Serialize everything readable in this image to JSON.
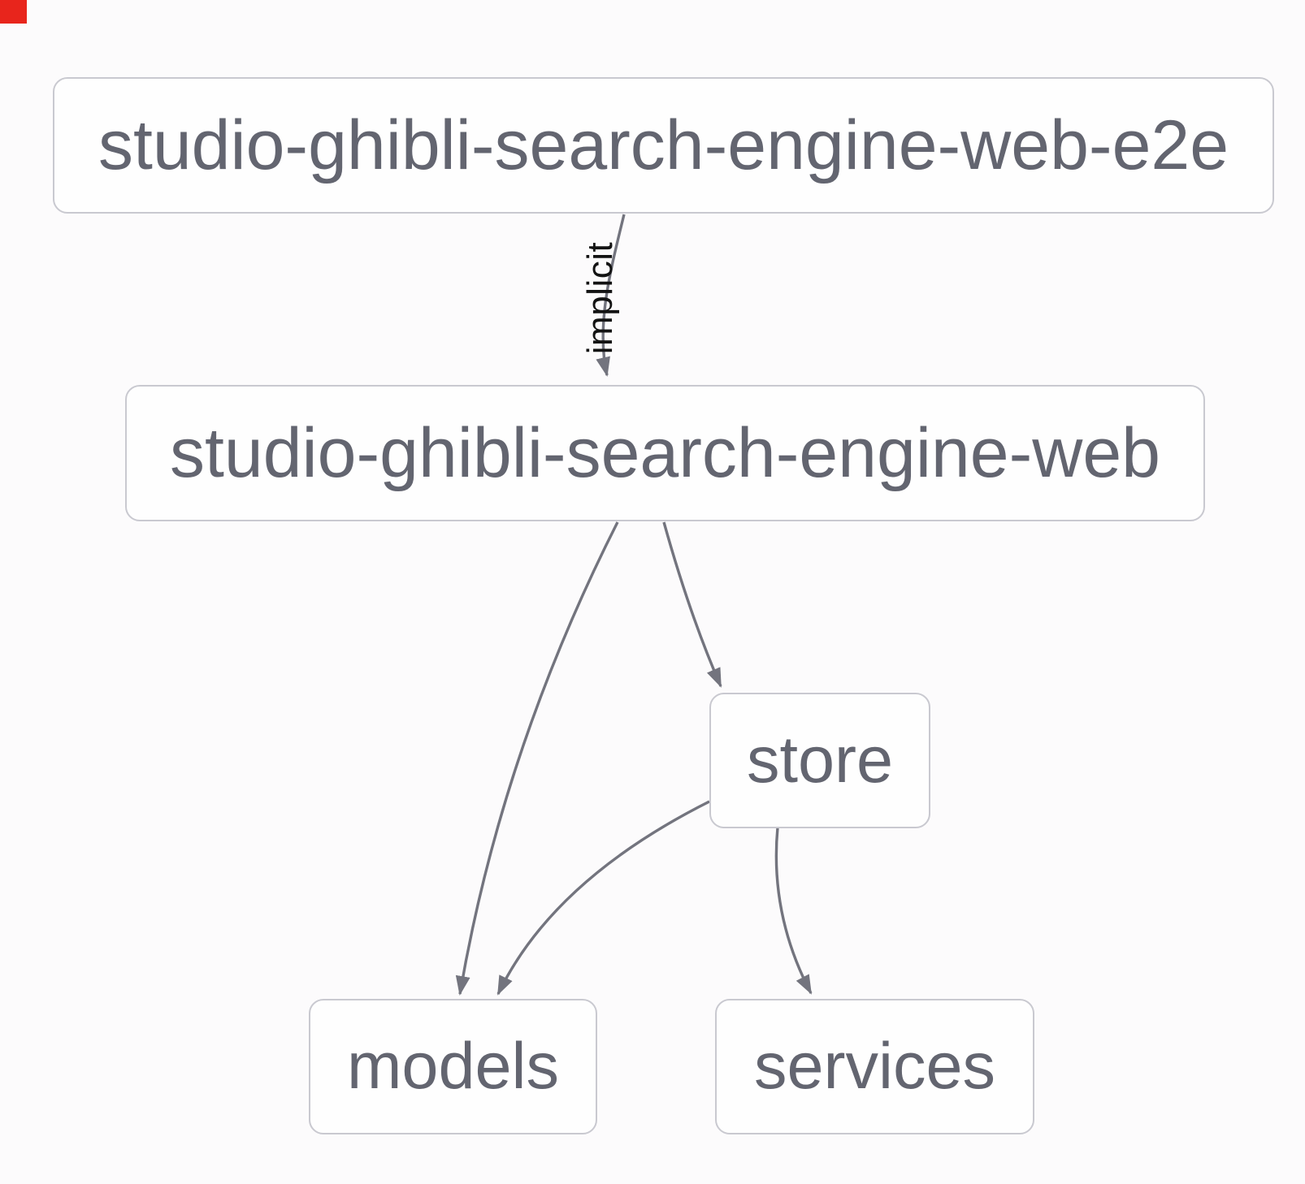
{
  "diagram": {
    "type": "project-dependency-graph",
    "colors": {
      "background": "#fcfbfc",
      "node_background": "#fefefe",
      "node_border": "#c9c9d0",
      "node_text": "#636570",
      "edge_stroke": "#73747e",
      "edge_label_text": "#131313",
      "corner_marker": "#e8251c"
    },
    "nodes": [
      {
        "id": "e2e",
        "label": "studio-ghibli-search-engine-web-e2e"
      },
      {
        "id": "web",
        "label": "studio-ghibli-search-engine-web"
      },
      {
        "id": "store",
        "label": "store"
      },
      {
        "id": "models",
        "label": "models"
      },
      {
        "id": "services",
        "label": "services"
      }
    ],
    "edges": [
      {
        "from": "studio-ghibli-search-engine-web-e2e",
        "to": "studio-ghibli-search-engine-web",
        "label": "implicit"
      },
      {
        "from": "studio-ghibli-search-engine-web",
        "to": "models",
        "label": ""
      },
      {
        "from": "studio-ghibli-search-engine-web",
        "to": "store",
        "label": ""
      },
      {
        "from": "store",
        "to": "models",
        "label": ""
      },
      {
        "from": "store",
        "to": "services",
        "label": ""
      }
    ]
  }
}
